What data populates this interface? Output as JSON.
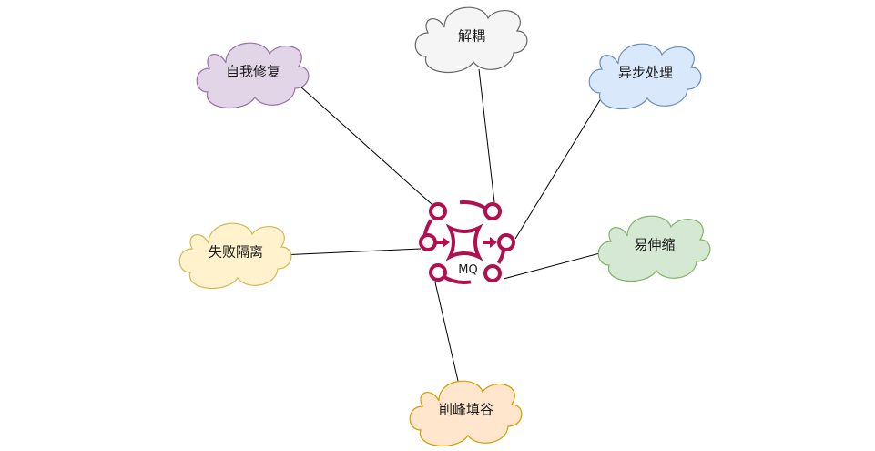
{
  "hub": {
    "label": "MQ",
    "icon": "message-queue-icon",
    "color": "#b0104f"
  },
  "nodes": [
    {
      "id": "decoupling",
      "label": "解耦",
      "fill": "#f5f5f5",
      "stroke": "#666666"
    },
    {
      "id": "async-processing",
      "label": "异步处理",
      "fill": "#dae8fc",
      "stroke": "#6c8ebf"
    },
    {
      "id": "self-healing",
      "label": "自我修复",
      "fill": "#e1d5e7",
      "stroke": "#9673a6"
    },
    {
      "id": "failure-isolation",
      "label": "失败隔离",
      "fill": "#fff2cc",
      "stroke": "#d6b656"
    },
    {
      "id": "scalability",
      "label": "易伸缩",
      "fill": "#d5e8d4",
      "stroke": "#82b366"
    },
    {
      "id": "peak-shaving",
      "label": "削峰填谷",
      "fill": "#ffe6cc",
      "stroke": "#d79b00"
    }
  ]
}
